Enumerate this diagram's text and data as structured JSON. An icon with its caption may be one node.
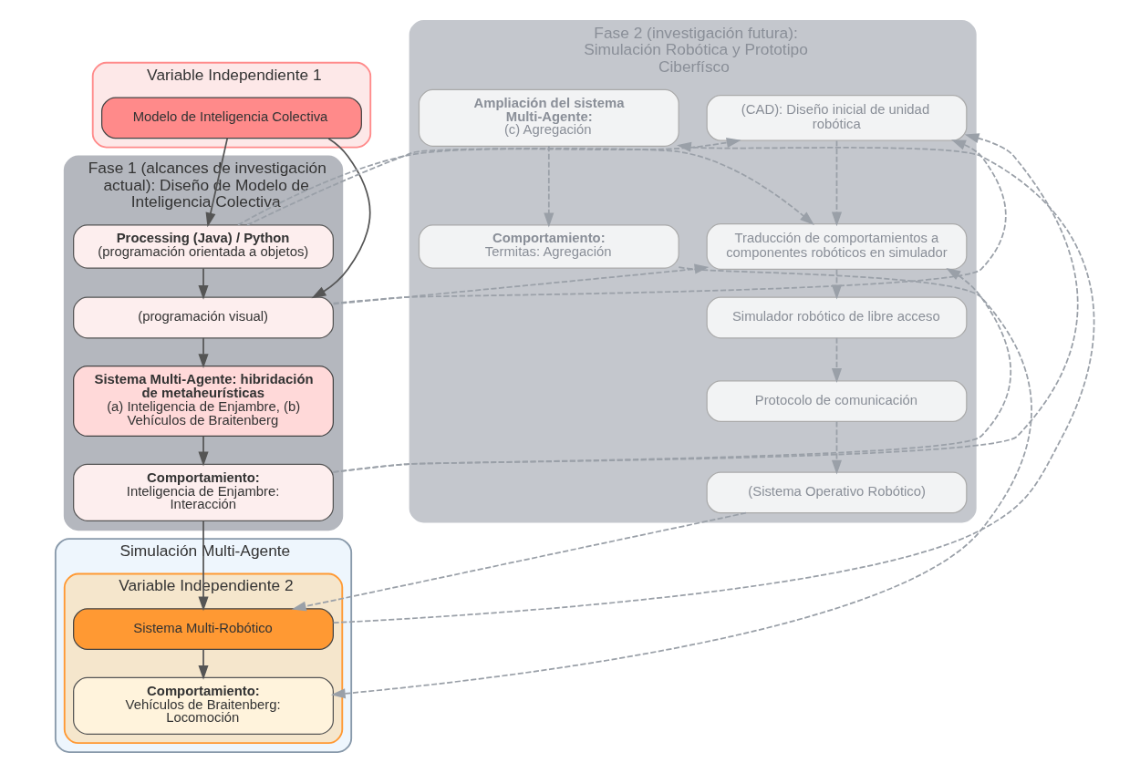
{
  "diagram": {
    "nodes": [
      {
        "text": [
          "Variable Independiente 1"
        ]
      },
      {
        "text": [
          "Modelo de Inteligencia Colectiva"
        ],
        "in": 0
      },
      {
        "text": [
          "Fase 1 (alcances de investigación actual): Diseño de Modelo de Inteligencia Colectiva"
        ]
      },
      {
        "text": [
          "Processing (Java) / Python",
          "(programación orientada a objetos)"
        ],
        "in": 2
      },
      {
        "text": [
          "(programación visual)"
        ],
        "in": 2
      },
      {
        "text": [
          "Simulación Multi-Agente"
        ]
      },
      {
        "text": [
          "Sistema Multi-Agente: hibridación de metaheurísticas",
          "(a) Inteligencia de Enjambre, (b) Vehículos de Braitenberg"
        ],
        "in": 2
      },
      {
        "text": [
          "Comportamiento:",
          "Inteligencia de Enjambre: Interacción"
        ],
        "in": 2
      },
      {
        "text": [
          "Variable Independiente 2"
        ],
        "in": 5
      },
      {
        "text": [
          "Sistema Multi-Robótico"
        ],
        "in": 8
      },
      {
        "text": [
          "Comportamiento:",
          "Vehículos de Braitenberg: Locomoción"
        ],
        "in": 8
      },
      {
        "text": [
          "Fase 2 (investigación futura): Simulación Robótica y Prototipo Ciberfísco"
        ]
      },
      {
        "text": [
          "(CAD): Diseño inicial de unidad robótica"
        ],
        "in": 11
      },
      {
        "text": [
          "Traducción de comportamientos a componentes robóticos en simulador"
        ],
        "in": 11
      },
      {
        "text": [
          "Simulador robótico de libre acceso"
        ],
        "in": 11
      },
      {
        "text": [
          "Protocolo de comunicación"
        ],
        "in": 11
      },
      {
        "text": [
          "(Sistema Operativo Robótico)"
        ],
        "in": 11
      },
      {
        "text": [
          "Ampliación del sistema Multi-Agente:",
          "(c) Agregación"
        ],
        "in": 11
      },
      {
        "text": [
          "Comportamiento:",
          "Termitas: Agregación"
        ],
        "in": 11
      }
    ],
    "edges": [
      {
        "from": 1,
        "to": 3,
        "arrow": "to",
        "color": "#555555"
      },
      {
        "from": 1,
        "to": 4,
        "arrow": "to",
        "color": "#555555"
      },
      {
        "from": 3,
        "to": 4,
        "arrow": "to",
        "color": "#555555"
      },
      {
        "from": 4,
        "to": 6,
        "arrow": "to",
        "color": "#555555"
      },
      {
        "from": 6,
        "to": 7,
        "arrow": "to",
        "color": "#555555"
      },
      {
        "from": 7,
        "to": 9,
        "arrow": "to",
        "color": "#555555"
      },
      {
        "from": 9,
        "to": 10,
        "arrow": "to",
        "color": "#555555"
      },
      {
        "from": 3,
        "to": 12,
        "arrow": "to",
        "style": "dashed"
      },
      {
        "from": 3,
        "to": 13,
        "arrow": "to",
        "style": "dashed"
      },
      {
        "from": 4,
        "to": 12,
        "arrow": "to",
        "style": "dashed"
      },
      {
        "from": 4,
        "to": 13,
        "arrow": "to",
        "style": "dashed"
      },
      {
        "from": 7,
        "to": 12,
        "arrow": "to",
        "style": "dashed"
      },
      {
        "from": 7,
        "to": 13,
        "arrow": "to",
        "style": "dashed"
      },
      {
        "from": 12,
        "to": 13,
        "arrow": "to",
        "style": "dashed"
      },
      {
        "from": 13,
        "to": 14,
        "arrow": "to",
        "style": "dashed"
      },
      {
        "from": 14,
        "to": 15,
        "arrow": "to",
        "style": "dashed"
      },
      {
        "from": 15,
        "to": 16,
        "arrow": "to",
        "style": "dashed"
      },
      {
        "from": 16,
        "to": 9,
        "arrow": "to",
        "style": "dashed"
      },
      {
        "from": 9,
        "to": 17,
        "arrow": "to",
        "style": "dashed"
      },
      {
        "from": 17,
        "to": 18,
        "arrow": "to",
        "style": "dashed"
      },
      {
        "from": 18,
        "to": 10,
        "arrow": "to",
        "style": "dashed"
      }
    ]
  }
}
